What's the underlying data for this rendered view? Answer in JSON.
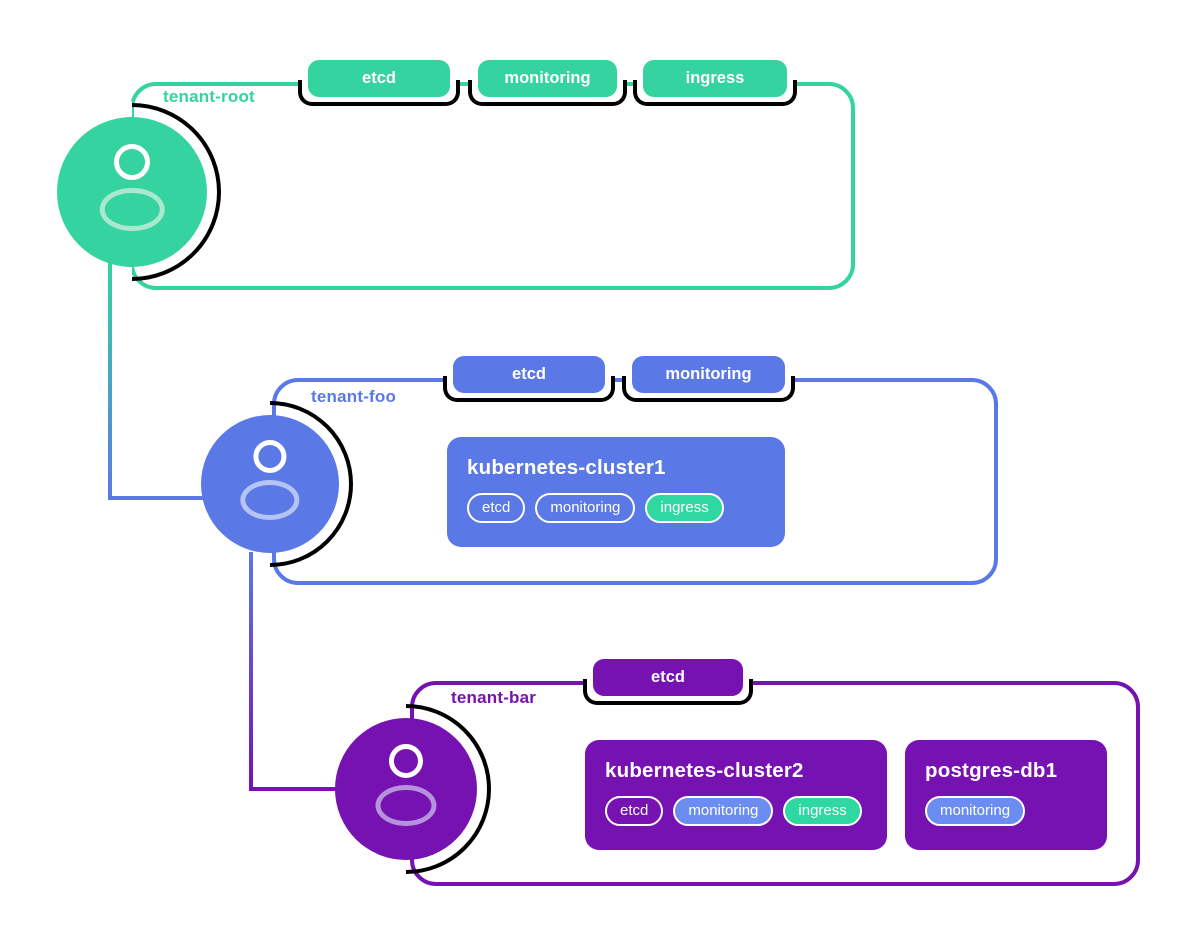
{
  "page": {
    "background": "#ffffff"
  },
  "palette": {
    "green": "#34d3a0",
    "blue": "#5b79e6",
    "purple": "#7611b2",
    "pill_blue": "#6b8df2",
    "pill_green": "#2fd7a1",
    "avatar_head_stroke": "#ffffff",
    "avatar_torso_green": "#a9e8cf",
    "avatar_torso_blue": "#b6c4f4",
    "avatar_torso_purple": "#b592dc"
  },
  "tenants": [
    {
      "label": "tenant-root",
      "color": "#34d3a0",
      "tags": [
        "etcd",
        "monitoring",
        "ingress"
      ],
      "resources": []
    },
    {
      "label": "tenant-foo",
      "color": "#5b79e6",
      "tags": [
        "etcd",
        "monitoring"
      ],
      "resources": [
        {
          "name": "kubernetes-cluster1",
          "pills": [
            {
              "label": "etcd",
              "variant": "outline"
            },
            {
              "label": "monitoring",
              "variant": "outline"
            },
            {
              "label": "ingress",
              "variant": "green"
            }
          ]
        }
      ]
    },
    {
      "label": "tenant-bar",
      "color": "#7611b2",
      "tags": [
        "etcd"
      ],
      "resources": [
        {
          "name": "kubernetes-cluster2",
          "pills": [
            {
              "label": "etcd",
              "variant": "outline"
            },
            {
              "label": "monitoring",
              "variant": "blue"
            },
            {
              "label": "ingress",
              "variant": "green"
            }
          ]
        },
        {
          "name": "postgres-db1",
          "pills": [
            {
              "label": "monitoring",
              "variant": "blue"
            }
          ]
        }
      ]
    }
  ],
  "connectors": [
    {
      "from": "tenant-root",
      "to": "tenant-foo",
      "gradient": [
        "#34d3a0",
        "#5b79e6"
      ]
    },
    {
      "from": "tenant-foo",
      "to": "tenant-bar",
      "gradient": [
        "#5b79e6",
        "#7611b2"
      ]
    }
  ]
}
